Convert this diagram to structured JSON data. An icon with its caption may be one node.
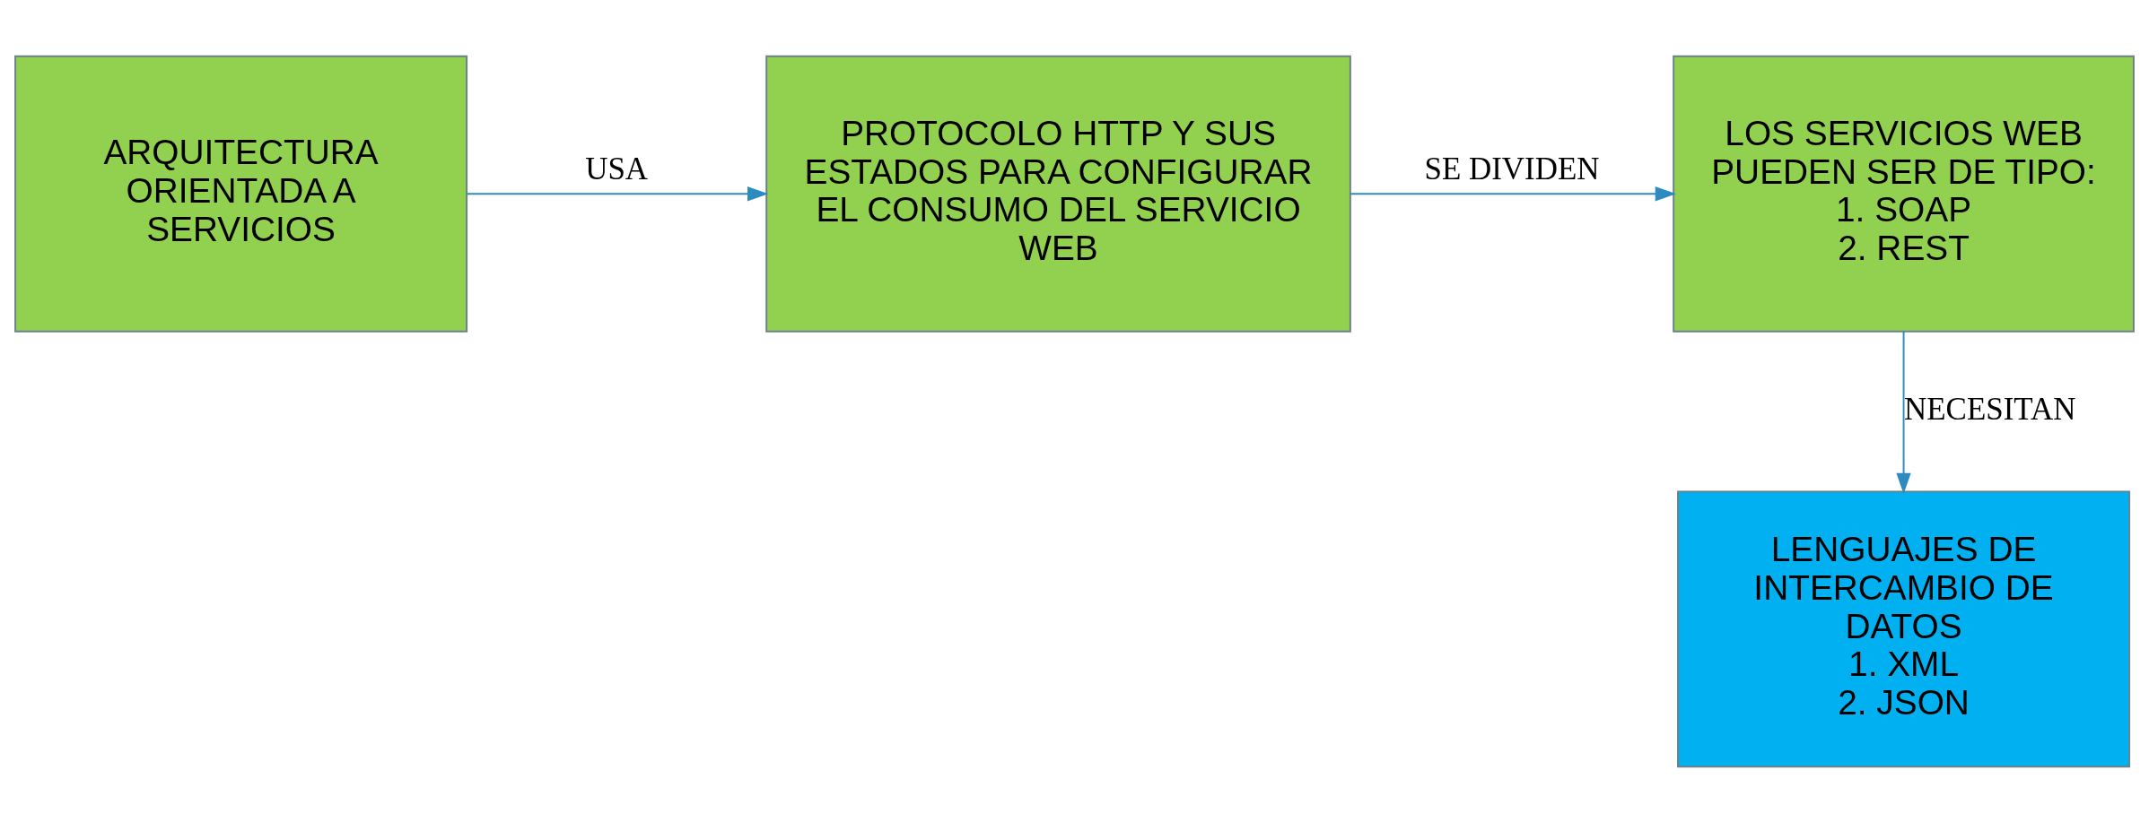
{
  "diagram": {
    "nodes": [
      {
        "text": [
          "ARQUITECTURA ORIENTADA A SERVICIOS"
        ]
      },
      {
        "text": [
          "PROTOCOLO HTTP Y SUS ESTADOS PARA CONFIGURAR EL CONSUMO DEL SERVICIO WEB"
        ]
      },
      {
        "text": [
          "LOS SERVICIOS WEB PUEDEN SER DE TIPO:",
          "1. SOAP",
          "2. REST"
        ]
      },
      {
        "text": [
          "LENGUAJES DE INTERCAMBIO DE DATOS",
          "1. XML",
          "2. JSON"
        ]
      }
    ],
    "edges": [
      {
        "from": 0,
        "to": 1,
        "arrow": "to",
        "label": "USA"
      },
      {
        "from": 1,
        "to": 2,
        "arrow": "to",
        "label": "SE DIVIDEN"
      },
      {
        "from": 2,
        "to": 3,
        "arrow": "to",
        "label": "NECESITAN"
      }
    ]
  }
}
